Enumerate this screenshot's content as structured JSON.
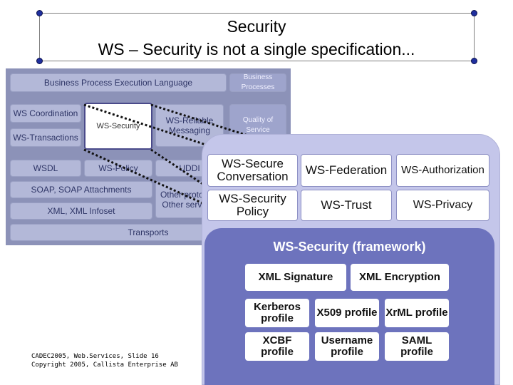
{
  "title": {
    "line1": "Security",
    "line2": "WS – Security is not a single specification..."
  },
  "background_stack": {
    "bpel": "Business Process Execution Language",
    "business_processes": "Business Processes",
    "ws_coordination": "WS Coordination",
    "ws_transactions": "WS-Transactions",
    "ws_security": "WS-Security",
    "ws_reliable": "WS-Reliable Messaging",
    "quality": "Quality of Service",
    "wsdl": "WSDL",
    "ws_policy": "WS-Policy",
    "uddi": "UDDI",
    "soap": "SOAP, SOAP Attachments",
    "other": "Other protocols Other services",
    "xml": "XML, XML Infoset",
    "transports": "Transports"
  },
  "security_specs": {
    "row1": [
      "WS-Secure Conversation",
      "WS-Federation",
      "WS-Authorization"
    ],
    "row2": [
      "WS-Security Policy",
      "WS-Trust",
      "WS-Privacy"
    ]
  },
  "framework": {
    "title": "WS-Security (framework)",
    "xml_signature": "XML Signature",
    "xml_encryption": "XML Encryption",
    "profiles": [
      "Kerberos profile",
      "X509 profile",
      "XrML profile",
      "XCBF profile",
      "Username profile",
      "SAML profile"
    ]
  },
  "footer": {
    "line1": "CADEC2005, Web.Services, Slide 16",
    "line2": "Copyright 2005, Callista Enterprise AB"
  },
  "colors": {
    "handle": "#1f2f9e",
    "stack_bg": "#8c92b8",
    "panel": "#c4c6ea",
    "framework": "#6d73bd"
  }
}
